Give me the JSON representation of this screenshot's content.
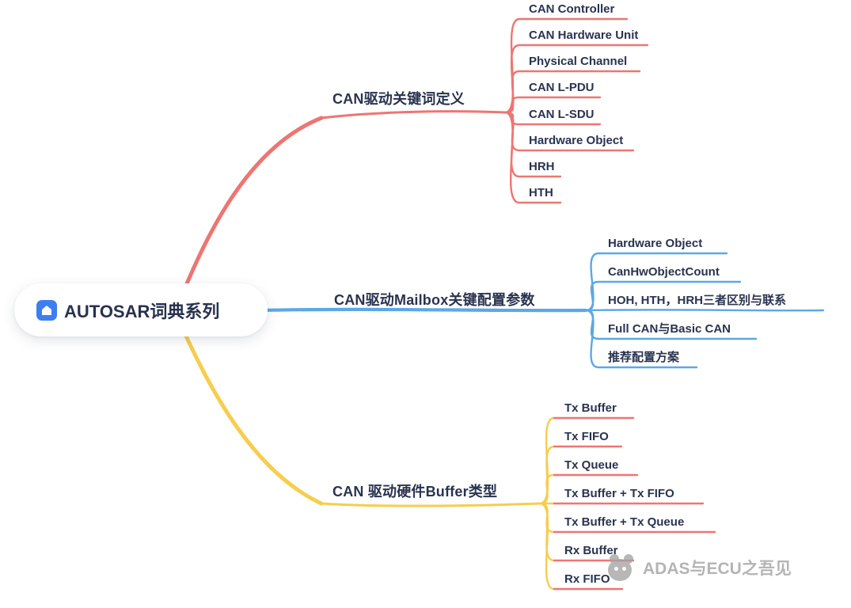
{
  "root": {
    "label": "AUTOSAR词典系列"
  },
  "branches": [
    {
      "label": "CAN驱动关键词定义",
      "color": "#ee7572",
      "children": [
        "CAN Controller",
        "CAN Hardware Unit",
        "Physical Channel",
        "CAN L-PDU",
        "CAN L-SDU",
        "Hardware Object",
        "HRH",
        "HTH"
      ]
    },
    {
      "label": "CAN驱动Mailbox关键配置参数",
      "color": "#5ba8e5",
      "children": [
        "Hardware Object",
        "CanHwObjectCount",
        "HOH, HTH，HRH三者区别与联系",
        "Full CAN与Basic CAN",
        "推荐配置方案"
      ]
    },
    {
      "label": "CAN 驱动硬件Buffer类型",
      "color": "#f6cd4e",
      "child_line_color": "#ee7572",
      "children": [
        "Tx Buffer",
        "Tx FIFO",
        "Tx Queue",
        "Tx Buffer + Tx FIFO",
        "Tx Buffer + Tx Queue",
        "Rx Buffer",
        "Rx FIFO"
      ]
    }
  ],
  "watermark": {
    "text": "ADAS与ECU之吾见"
  },
  "colors": {
    "text": "#2a3350",
    "background": "#ffffff",
    "root_icon": "#3f7ef0"
  }
}
